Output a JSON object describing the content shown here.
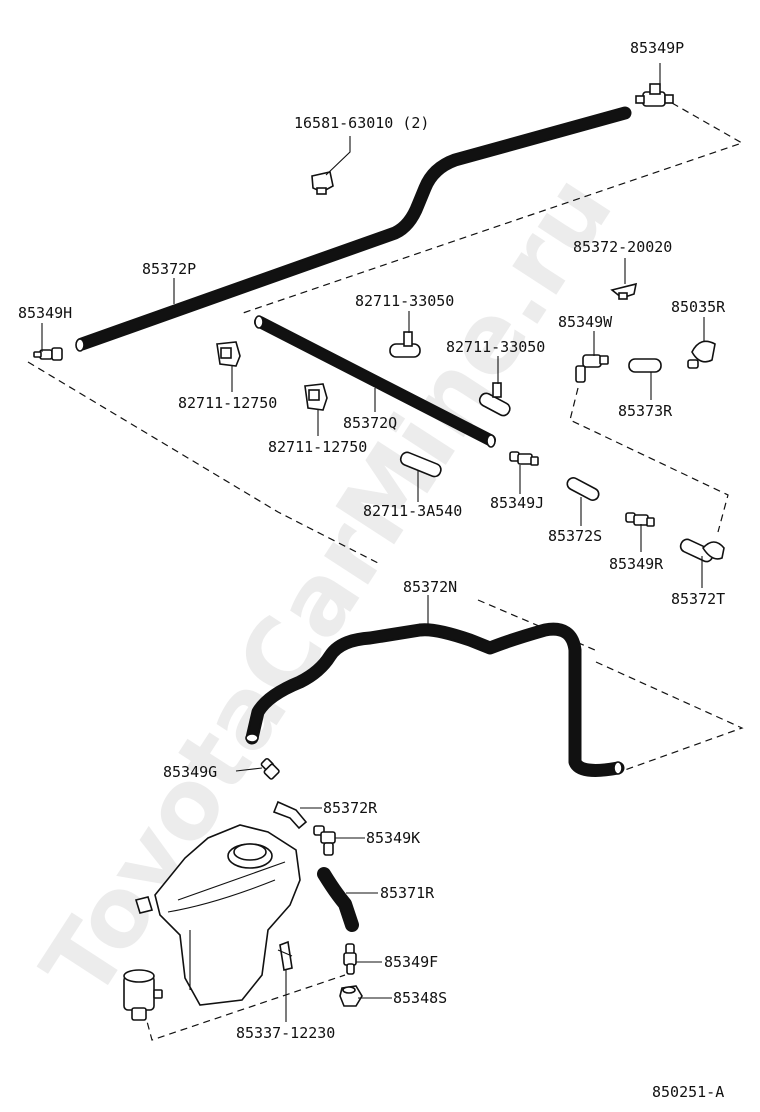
{
  "diagram_code": "850251-A",
  "watermark": "ToyotaCarMine.ru",
  "parts": [
    {
      "id": "p_85349P",
      "label": "85349P"
    },
    {
      "id": "p_16581",
      "label": "16581-63010 (2)"
    },
    {
      "id": "p_85372P",
      "label": "85372P"
    },
    {
      "id": "p_85372_20020",
      "label": "85372-20020"
    },
    {
      "id": "p_85035R",
      "label": "85035R"
    },
    {
      "id": "p_85349H",
      "label": "85349H"
    },
    {
      "id": "p_82711_33050a",
      "label": "82711-33050"
    },
    {
      "id": "p_85349W",
      "label": "85349W"
    },
    {
      "id": "p_82711_33050b",
      "label": "82711-33050"
    },
    {
      "id": "p_85373R",
      "label": "85373R"
    },
    {
      "id": "p_82711_12750a",
      "label": "82711-12750"
    },
    {
      "id": "p_85372Q",
      "label": "85372Q"
    },
    {
      "id": "p_82711_12750b",
      "label": "82711-12750"
    },
    {
      "id": "p_85349J",
      "label": "85349J"
    },
    {
      "id": "p_82711_3A540",
      "label": "82711-3A540"
    },
    {
      "id": "p_85372S",
      "label": "85372S"
    },
    {
      "id": "p_85349R",
      "label": "85349R"
    },
    {
      "id": "p_85372T",
      "label": "85372T"
    },
    {
      "id": "p_85372N",
      "label": "85372N"
    },
    {
      "id": "p_85349G",
      "label": "85349G"
    },
    {
      "id": "p_85372R",
      "label": "85372R"
    },
    {
      "id": "p_85349K",
      "label": "85349K"
    },
    {
      "id": "p_85371R",
      "label": "85371R"
    },
    {
      "id": "p_85349F",
      "label": "85349F"
    },
    {
      "id": "p_85348S",
      "label": "85348S"
    },
    {
      "id": "p_85337",
      "label": "85337-12230"
    }
  ]
}
